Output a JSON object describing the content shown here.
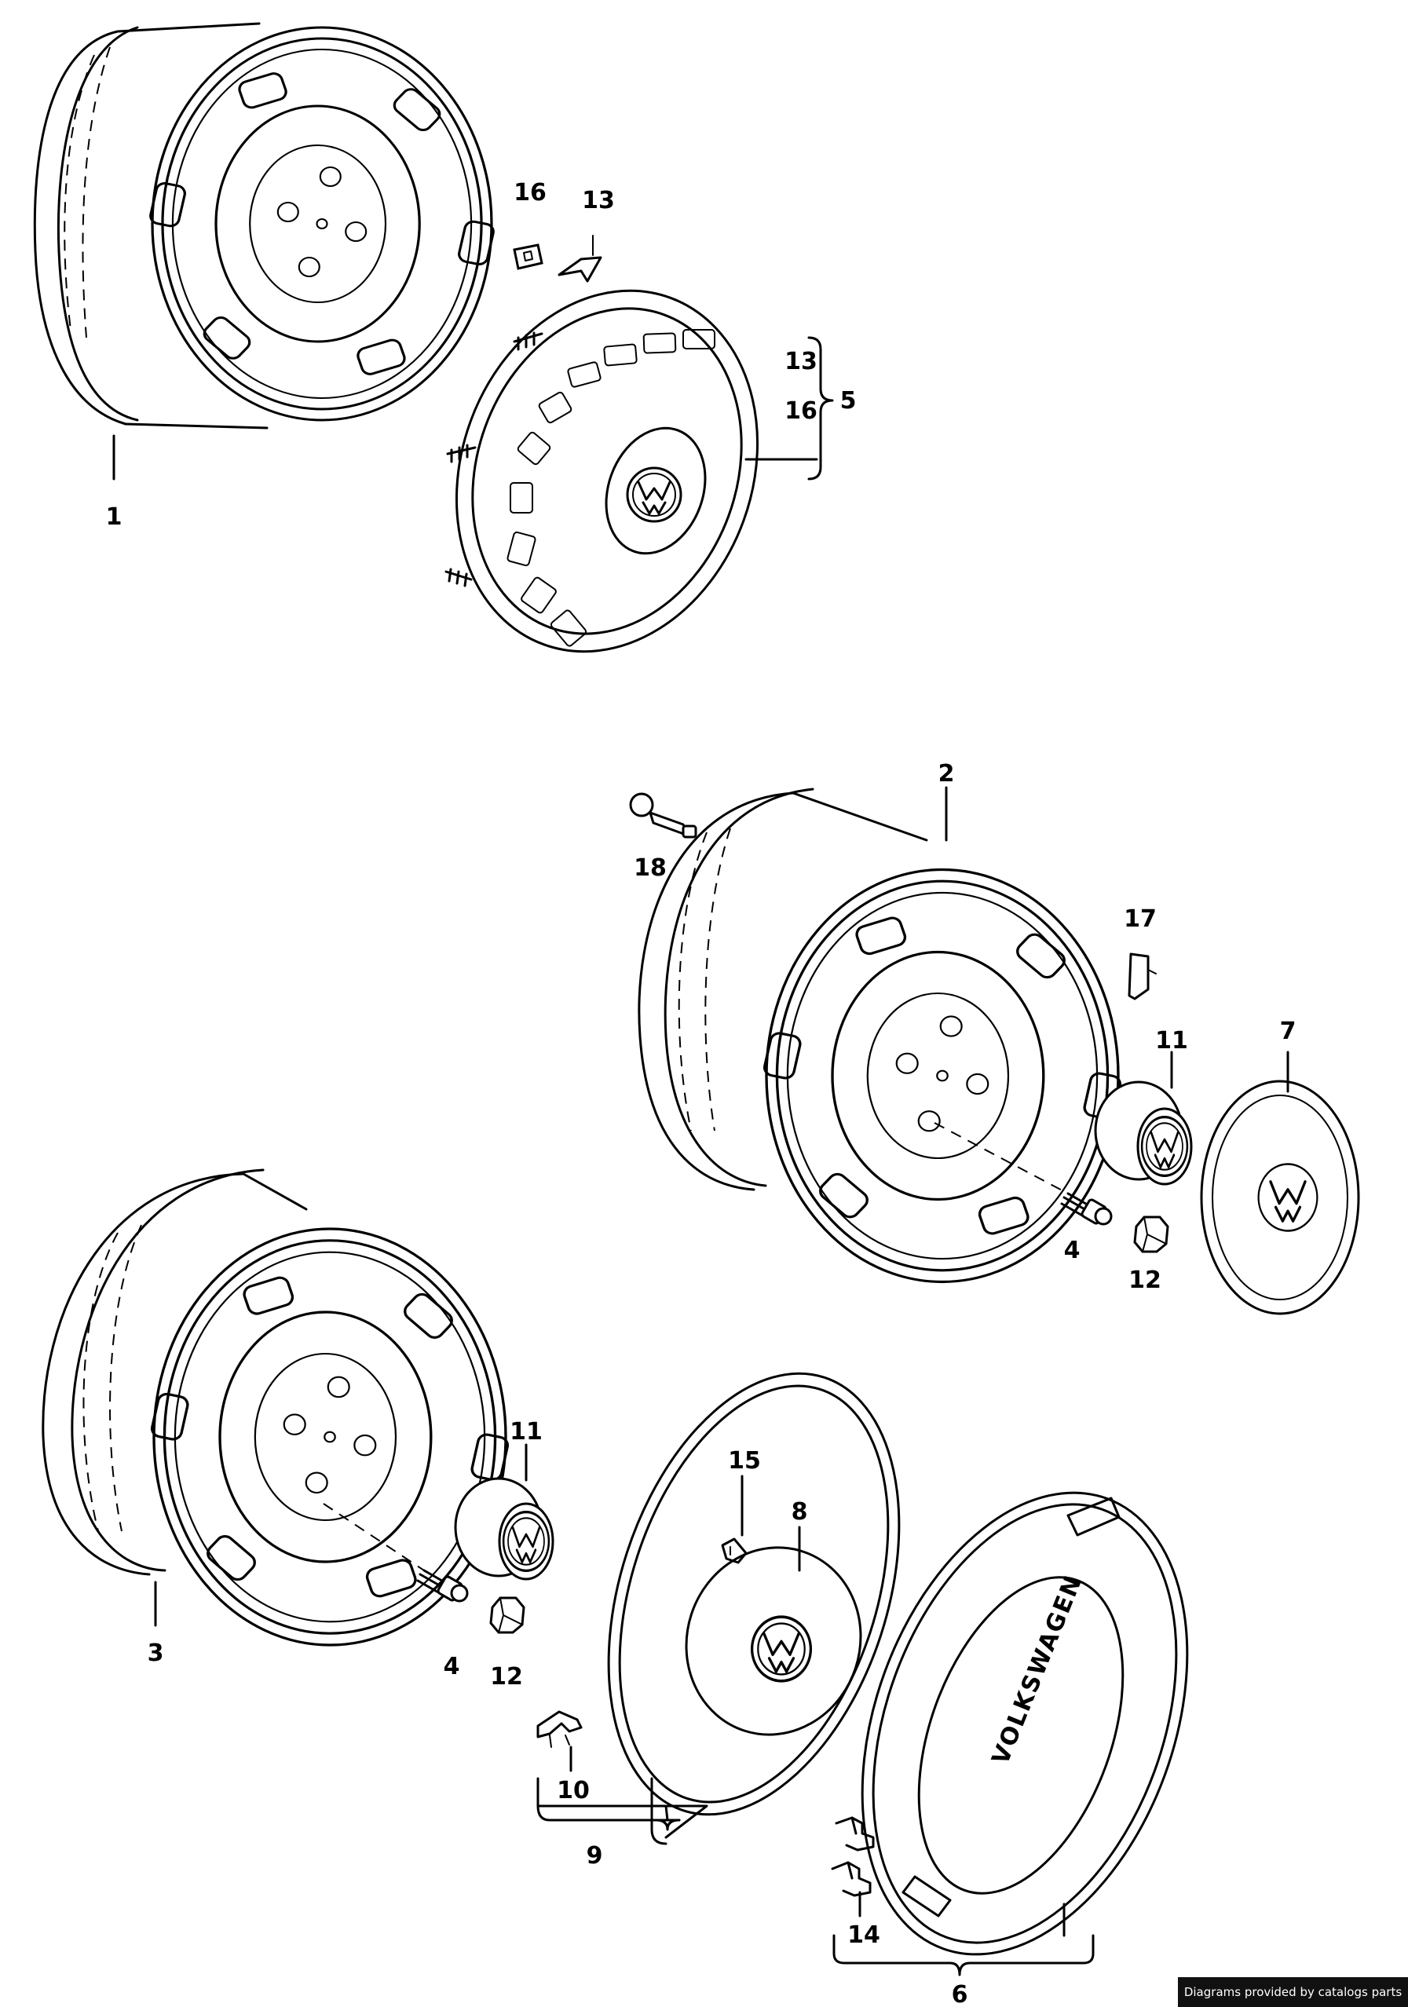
{
  "callouts": {
    "c1": "1",
    "c2": "2",
    "c3": "3",
    "c4a": "4",
    "c4b": "4",
    "c5": "5",
    "c6": "6",
    "c7": "7",
    "c8": "8",
    "c9": "9",
    "c10": "10",
    "c11a": "11",
    "c11b": "11",
    "c12a": "12",
    "c12b": "12",
    "c13a": "13",
    "c13b": "13",
    "c14": "14",
    "c15": "15",
    "c16a": "16",
    "c16b": "16",
    "c17": "17",
    "c18": "18"
  },
  "emblem": "VW",
  "hubcap_lettering": "VOLKSWAGEN",
  "credit": "Diagrams provided by catalogs parts"
}
